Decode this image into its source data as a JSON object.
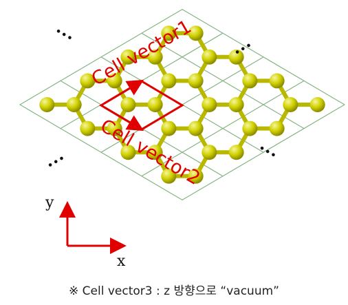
{
  "labels": {
    "cell_vector_1": "Cell vector1",
    "cell_vector_2": "Cell vector2",
    "axis_x": "x",
    "axis_y": "y",
    "footnote": "※ Cell vector3 : z 방향으로 “vacuum”"
  },
  "periodic_ellipsis": "•••",
  "colors": {
    "grid": "#86b486",
    "atom": "#c8c800",
    "atom_highlight": "#f4f48a",
    "bond": "#b8b800",
    "cell": "#e00000",
    "axis": "#e00000",
    "dots": "#111111"
  }
}
